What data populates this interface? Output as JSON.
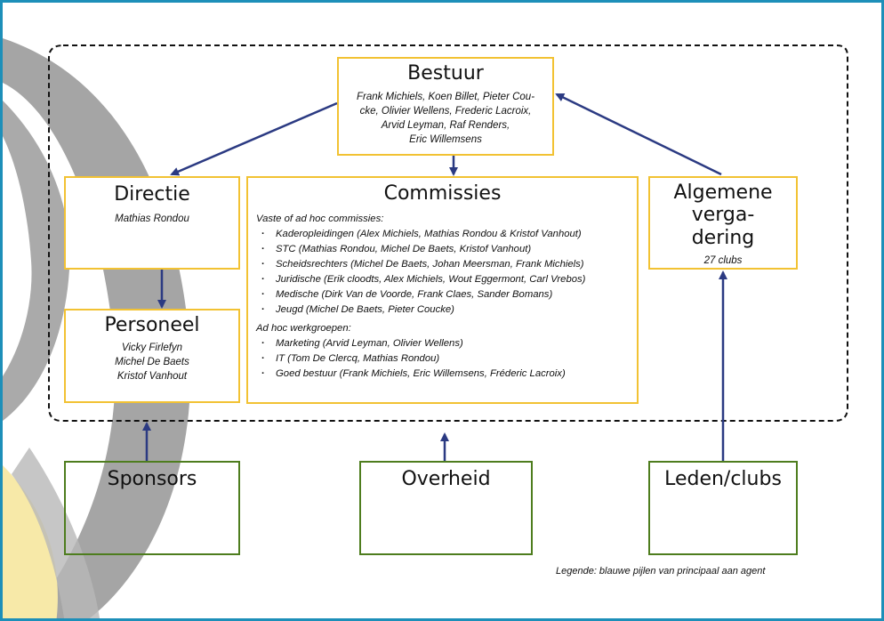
{
  "bestuur": {
    "title": "Bestuur",
    "members": [
      "Frank Michiels, Koen Billet, Pieter Cou-",
      "cke, Olivier Wellens, Frederic Lacroix,",
      "Arvid Leyman, Raf Renders,",
      "Eric Willemsens"
    ]
  },
  "directie": {
    "title": "Directie",
    "members": "Mathias Rondou"
  },
  "personeel": {
    "title": "Personeel",
    "members": [
      "Vicky Firlefyn",
      "Michel De Baets",
      "Kristof Vanhout"
    ]
  },
  "commissies": {
    "title": "Commissies",
    "vaste_heading": "Vaste of  ad hoc commissies:",
    "vaste": [
      "Kaderopleidingen (Alex Michiels, Mathias Rondou & Kristof Vanhout)",
      "STC (Mathias Rondou, Michel De Baets, Kristof Vanhout)",
      "Scheidsrechters (Michel De Baets, Johan Meersman, Frank Michiels)",
      "Juridische (Erik cloodts, Alex Michiels, Wout Eggermont, Carl Vrebos)",
      "Medische (Dirk Van de Voorde, Frank Claes, Sander Bomans)",
      "Jeugd (Michel De Baets, Pieter Coucke)"
    ],
    "werk_heading": "Ad hoc werkgroepen:",
    "werk": [
      "Marketing (Arvid Leyman, Olivier Wellens)",
      "IT (Tom De Clercq, Mathias Rondou)",
      "Goed bestuur (Frank Michiels, Eric Willemsens, Fréderic Lacroix)"
    ]
  },
  "algemene": {
    "title": [
      "Algemene verga-",
      "dering"
    ],
    "members": "27 clubs"
  },
  "sponsors": {
    "title": "Sponsors"
  },
  "overheid": {
    "title": "Overheid"
  },
  "leden": {
    "title": "Leden/clubs"
  },
  "legend": "Legende: blauwe pijlen van principaal aan agent",
  "colors": {
    "frame_border": "#1d8fb9",
    "yellow_box": "#f2c233",
    "green_box": "#4e7d1e",
    "arrow": "#2b3a82",
    "watermark": "#9b9b9b"
  }
}
